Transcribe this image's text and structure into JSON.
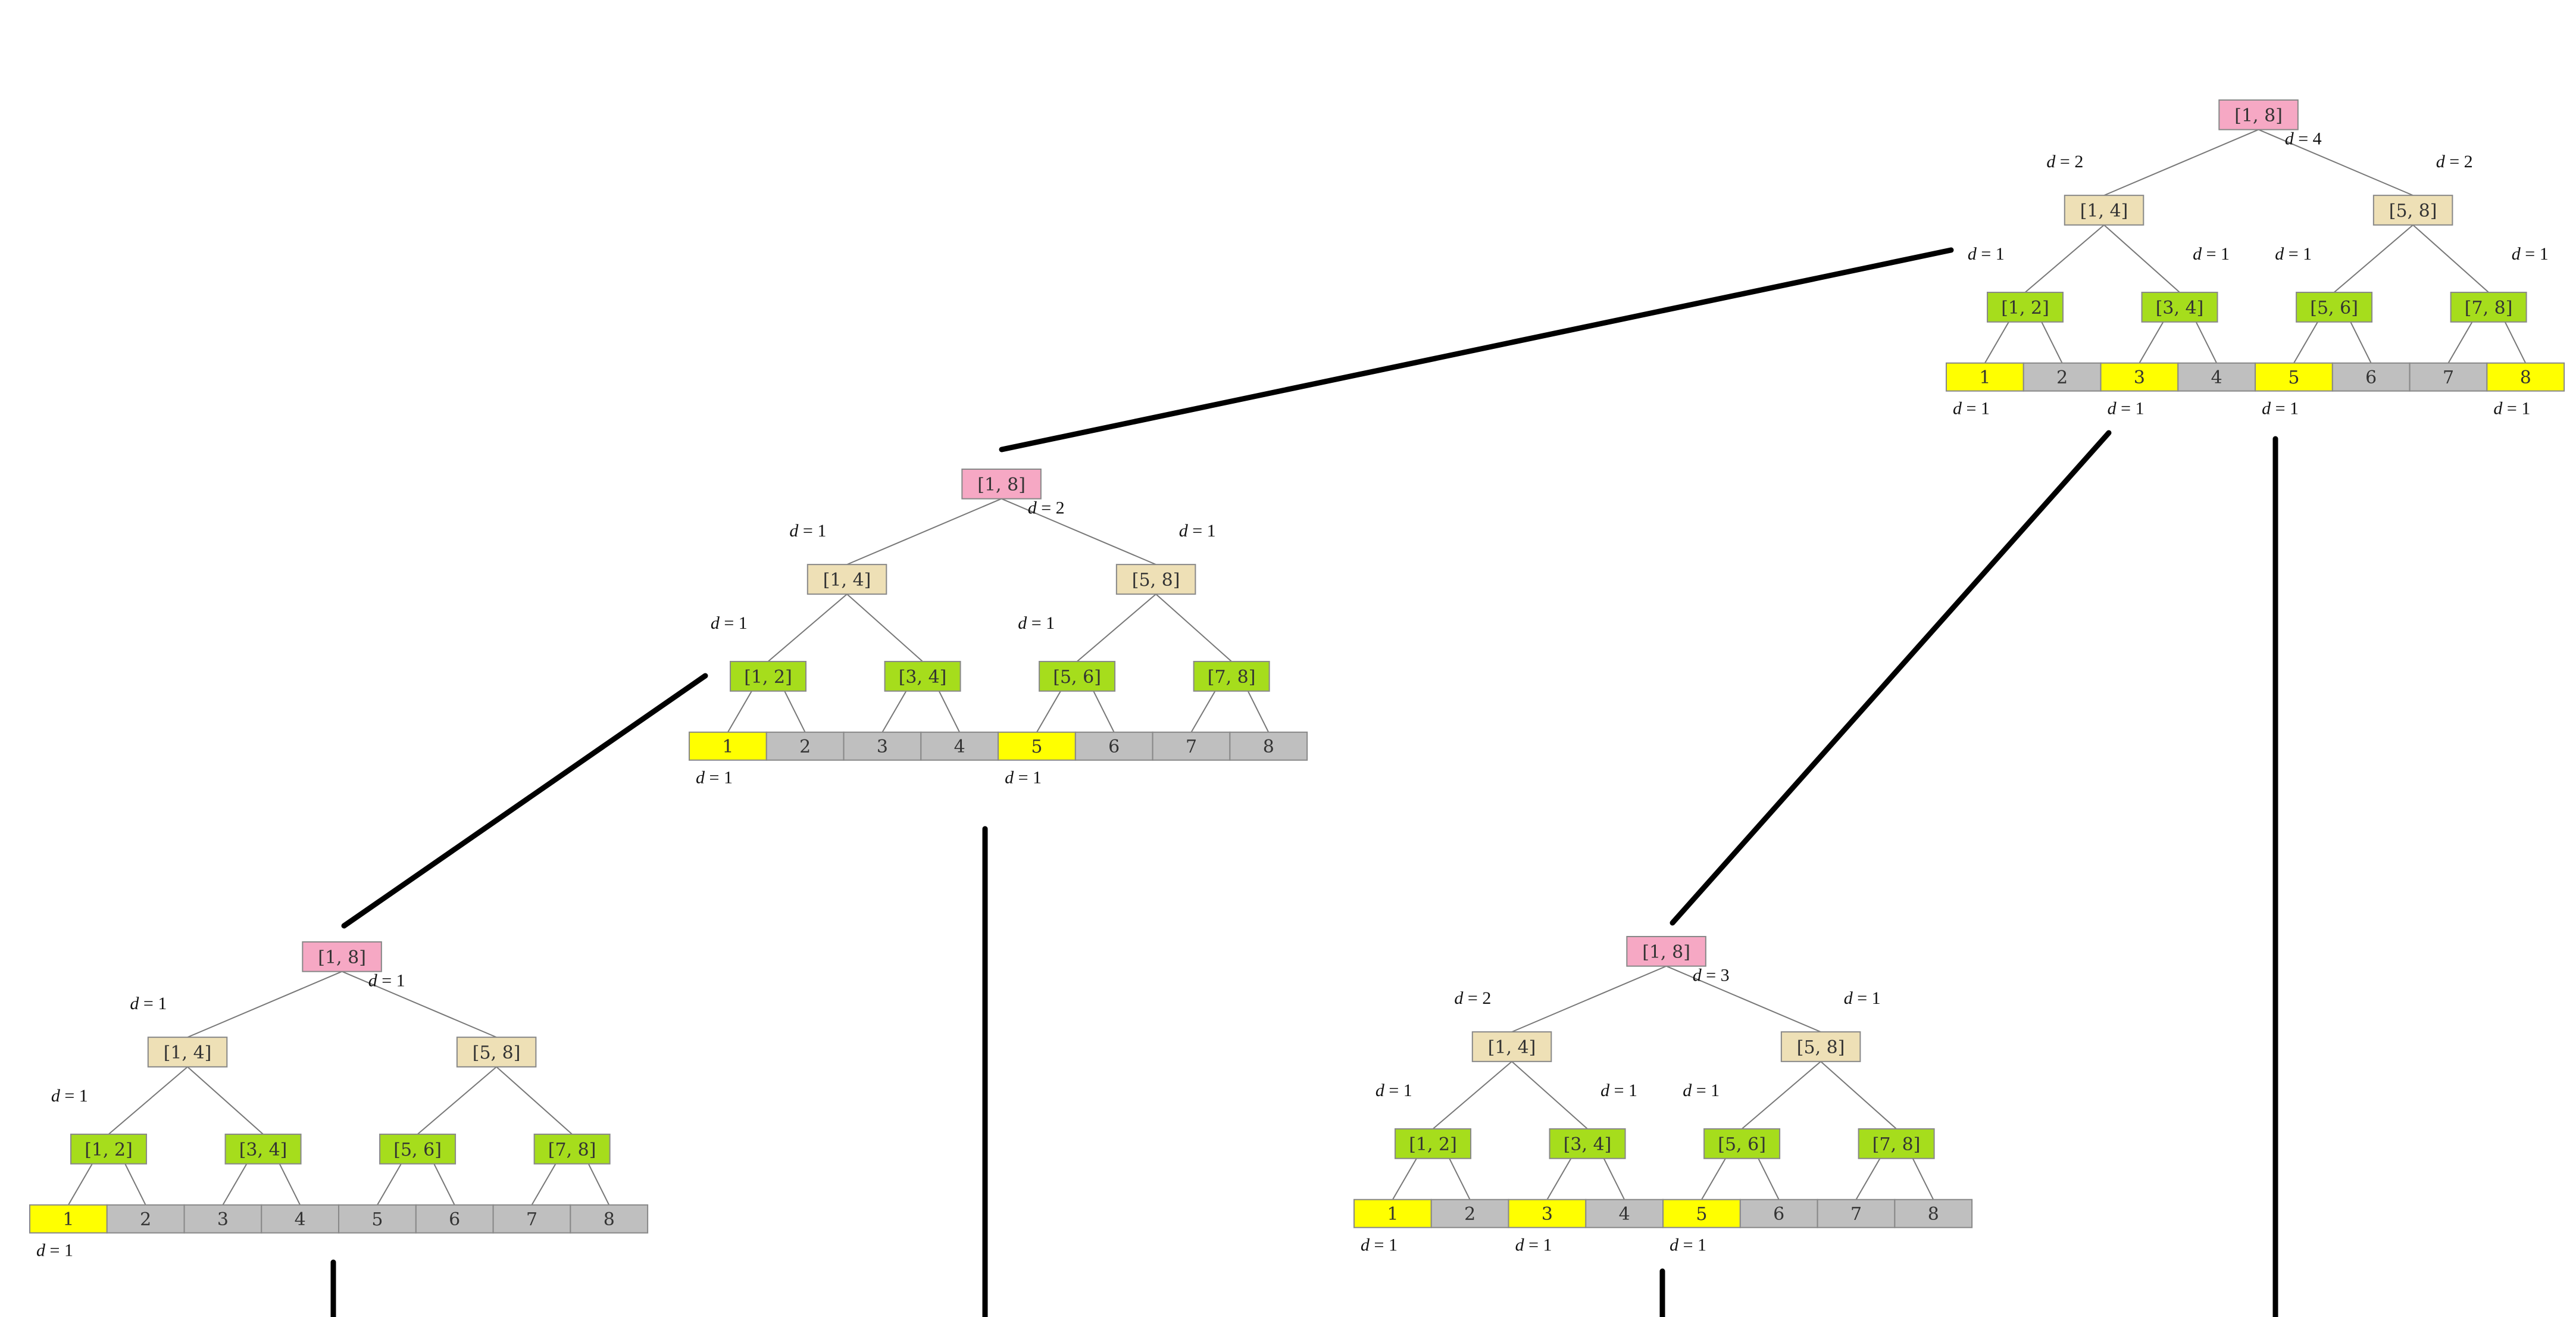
{
  "colors": {
    "root": "#f6a8c4",
    "level1": "#eee0b6",
    "level2": "#a6dd1c",
    "leaf_on": "#ffff00",
    "leaf_off": "#bfbfbf"
  },
  "labels": {
    "root": "[1, 8]",
    "l1": [
      "[1, 4]",
      "[5, 8]"
    ],
    "l2": [
      "[1, 2]",
      "[3, 4]",
      "[5, 6]",
      "[7, 8]"
    ],
    "leaves": [
      "1",
      "2",
      "3",
      "4",
      "5",
      "6",
      "7",
      "8"
    ]
  },
  "trees": [
    {
      "id": "tree-top-right",
      "root_d": "d = 4",
      "l1_d": [
        "d = 2",
        "d = 2"
      ],
      "l2_d": [
        "d = 1",
        "d = 1",
        "d = 1",
        "d = 1"
      ],
      "leaves_on": [
        true,
        false,
        true,
        false,
        true,
        false,
        false,
        true
      ],
      "leaf_d": [
        "d = 1",
        "",
        "d = 1",
        "",
        "d = 1",
        "",
        "",
        "d = 1"
      ]
    },
    {
      "id": "tree-middle-left",
      "root_d": "d = 2",
      "l1_d": [
        "d = 1",
        "d = 1"
      ],
      "l2_d": [
        "d = 1",
        "",
        "d = 1",
        ""
      ],
      "leaves_on": [
        true,
        false,
        false,
        false,
        true,
        false,
        false,
        false
      ],
      "leaf_d": [
        "d = 1",
        "",
        "",
        "",
        "d = 1",
        "",
        "",
        ""
      ]
    },
    {
      "id": "tree-bottom-left",
      "root_d": "d = 1",
      "l1_d": [
        "d = 1",
        ""
      ],
      "l2_d": [
        "d = 1",
        "",
        "",
        ""
      ],
      "leaves_on": [
        true,
        false,
        false,
        false,
        false,
        false,
        false,
        false
      ],
      "leaf_d": [
        "d = 1",
        "",
        "",
        "",
        "",
        "",
        "",
        ""
      ]
    },
    {
      "id": "tree-bottom-right",
      "root_d": "d = 3",
      "l1_d": [
        "d = 2",
        "d = 1"
      ],
      "l2_d": [
        "d = 1",
        "d = 1",
        "d = 1",
        ""
      ],
      "leaves_on": [
        true,
        false,
        true,
        false,
        true,
        false,
        false,
        false
      ],
      "leaf_d": [
        "d = 1",
        "",
        "d = 1",
        "",
        "d = 1",
        "",
        "",
        ""
      ]
    }
  ]
}
